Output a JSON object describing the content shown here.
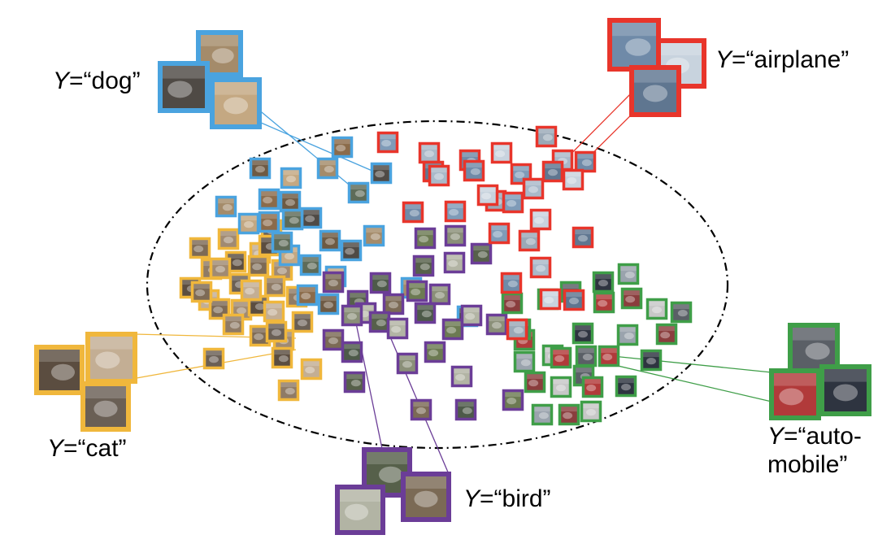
{
  "labels": {
    "dog": "“dog”",
    "airplane": "“airplane”",
    "cat": "“cat”",
    "bird": "“bird”",
    "automobile_line1": "“auto-",
    "automobile_line2": "mobile”",
    "variable": "Y",
    "equals": "="
  },
  "class_colors": {
    "dog": "#4aa3df",
    "airplane": "#e8352b",
    "cat": "#f0b73c",
    "bird": "#6b3d97",
    "automobile": "#3f9e48"
  },
  "cluster_counts": {
    "dog": 24,
    "airplane": 28,
    "cat": 30,
    "bird": 28,
    "automobile": 28
  },
  "example_images_per_class": 3
}
